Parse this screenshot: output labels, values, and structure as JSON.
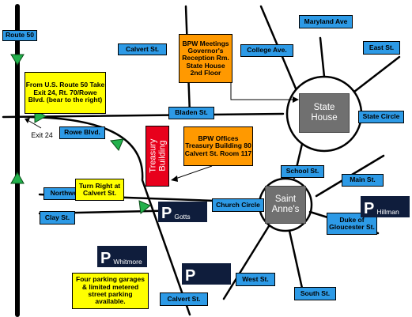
{
  "colors": {
    "street_label_bg": "#2d9ae6",
    "note_yellow": "#ffff00",
    "note_orange": "#ff9900",
    "treasury_red": "#e8001c",
    "building_gray": "#707070",
    "parking_navy": "#0f1d3c",
    "arrow_green": "#22b14c"
  },
  "streets": {
    "route50": "Route 50",
    "calvert_top": "Calvert St.",
    "college": "College Ave.",
    "maryland": "Maryland Ave",
    "east": "East St.",
    "bladen": "Bladen St.",
    "state_circle": "State Circle",
    "rowe": "Rowe Blvd.",
    "school": "School St.",
    "main": "Main St.",
    "church_circle": "Church Circle",
    "northwest": "Northwest St.",
    "clay": "Clay St.",
    "duke": "Duke of Gloucester St.",
    "west": "West St.",
    "south": "South St.",
    "calvert_bottom": "Calvert St."
  },
  "notes": {
    "route50_directions": "From U.S. Route 50 Take Exit 24, Rt. 70/Rowe Blvd. (bear to the right)",
    "bpw_meetings": "BPW Meetings Governor's Reception Rm. State House 2nd Floor",
    "bpw_offices": "BPW Offices Treasury Building 80 Calvert St. Room 117",
    "turn_right": "Turn Right at Calvert St.",
    "parking_info": "Four parking garages & limited metered street parking available.",
    "exit24": "Exit 24"
  },
  "buildings": {
    "treasury": "Treasury\nBuilding",
    "state_house": "State\nHouse",
    "saint_annes": "Saint\nAnne's"
  },
  "parking": {
    "letter": "P",
    "gotts": "Gotts",
    "hillman": "Hillman",
    "whitmore": "Whitmore",
    "unnamed": ""
  }
}
